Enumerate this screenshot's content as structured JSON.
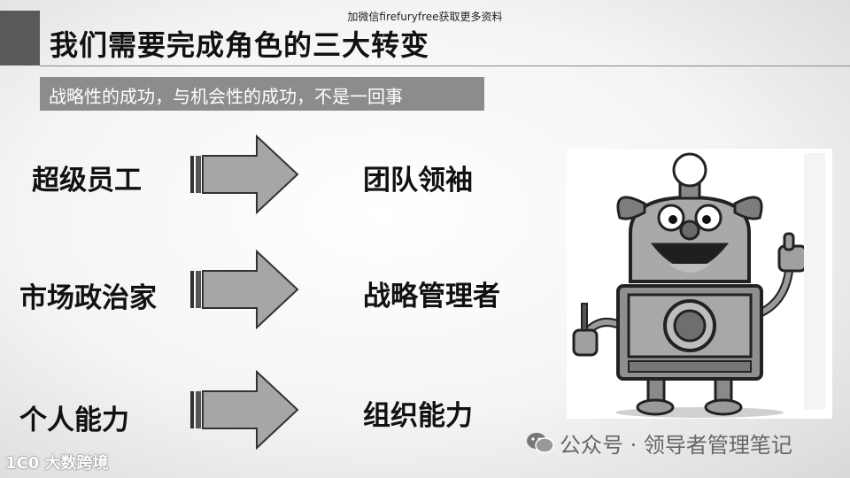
{
  "watermark_top": "加微信firefuryfree获取更多资料",
  "title": "我们需要完成角色的三大转变",
  "subtitle": "战略性的成功，与机会性的成功，不是一回事",
  "transitions": [
    {
      "from": "超级员工",
      "to": "团队领袖"
    },
    {
      "from": "市场政治家",
      "to": "战略管理者"
    },
    {
      "from": "个人能力",
      "to": "组织能力"
    }
  ],
  "footer_left": "1C0 大数跨境",
  "footer_right": "公众号 · 领导者管理笔记",
  "icons": [
    "arrow-right-icon",
    "wechat-icon",
    "robot-illustration"
  ],
  "colors": {
    "title_block": "#595959",
    "subtitle_bg": "#8c8c8c",
    "arrow_fill": "#a6a6a6"
  }
}
